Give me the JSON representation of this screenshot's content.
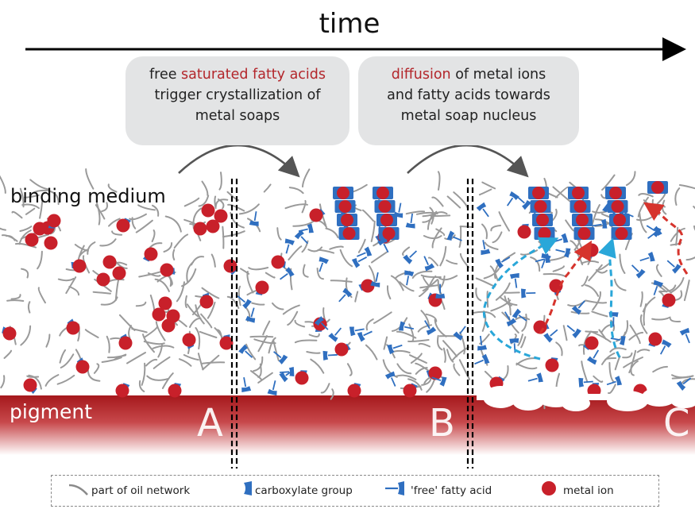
{
  "title": "time",
  "bubbles": [
    {
      "line1_pre": "free ",
      "line1_hl": "saturated fatty acids",
      "line1_post": "",
      "line2": "trigger crystallization of",
      "line3": "metal soaps"
    },
    {
      "line1_pre": "",
      "line1_hl": "diffusion",
      "line1_post": " of metal ions",
      "line2": "and fatty acids towards",
      "line3": "metal soap nucleus"
    }
  ],
  "labels": {
    "binding_medium": "binding medium",
    "pigment": "pigment"
  },
  "panels": [
    "A",
    "B",
    "C"
  ],
  "legend": {
    "oil": "part of oil network",
    "carboxylate": "carboxylate group",
    "fatty_acid": "'free' fatty acid",
    "metal_ion": "metal ion"
  },
  "colors": {
    "metal_ion": "#c8202a",
    "carboxylate": "#2f6fc0",
    "oil": "#9a9a9a",
    "pigment": "#b11d21",
    "diffusion_red": "#d6342d",
    "diffusion_blue": "#2aa7d9",
    "bubble": "#e3e4e5"
  }
}
